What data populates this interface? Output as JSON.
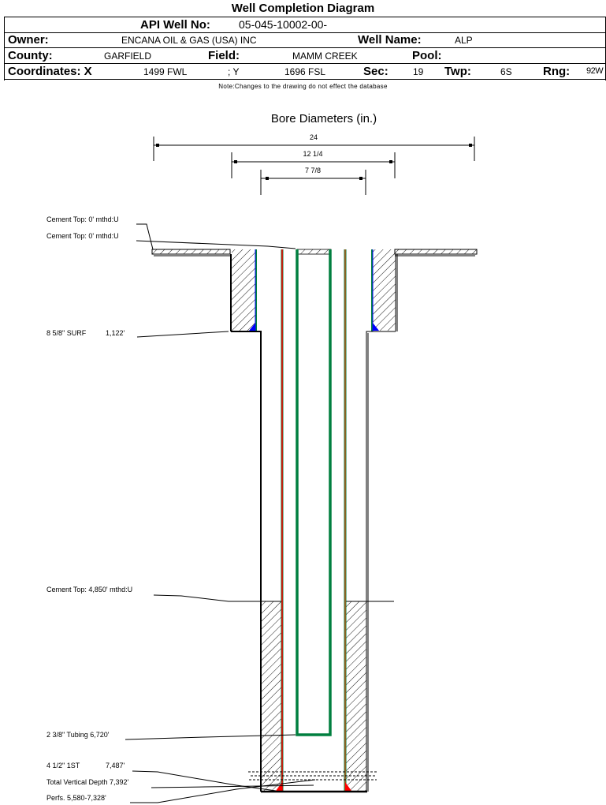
{
  "header": {
    "title": "Well Completion Diagram",
    "api_label": "API Well No:",
    "api_value": "05-045-10002-00-",
    "owner_label": "Owner:",
    "owner_value": "ENCANA OIL & GAS (USA) INC",
    "well_name_label": "Well Name:",
    "well_name_value": "ALP",
    "county_label": "County:",
    "county_value": "GARFIELD",
    "field_label": "Field:",
    "field_value": "MAMM CREEK",
    "pool_label": "Pool:",
    "pool_value": "",
    "coord_x_label": "Coordinates: X",
    "coord_x_value": "1499 FWL",
    "coord_y_label": "; Y",
    "coord_y_value": "1696 FSL",
    "sec_label": "Sec:",
    "sec_value": "19",
    "twp_label": "Twp:",
    "twp_value": "6S",
    "rng_label": "Rng:",
    "rng_value": "92W",
    "note": "Note:Changes to the drawing do not effect the database"
  },
  "diagram": {
    "bore_title": "Bore Diameters (in.)",
    "bore_diameters": [
      "24",
      "12 1/4",
      "7 7/8"
    ],
    "labels": {
      "cement_top_1": "Cement Top: 0' mthd:U",
      "cement_top_2": "Cement Top: 0' mthd:U",
      "surface_casing": "8 5/8\" SURF",
      "surface_casing_depth": "1,122'",
      "cement_top_3": "Cement Top: 4,850' mthd:U",
      "tubing": "2 3/8\" Tubing 6,720'",
      "production_casing": "4 1/2\" 1ST",
      "production_casing_depth": "7,487'",
      "total_depth": "Total Vertical Depth 7,392'",
      "perfs": "Perfs. 5,580-7,328'"
    },
    "colors": {
      "casing_green": "#007f3f",
      "casing_red": "#ff0000",
      "tubing_green": "#007f3f",
      "cement_blue": "#0000ff",
      "orange_line": "#b5581a"
    }
  }
}
